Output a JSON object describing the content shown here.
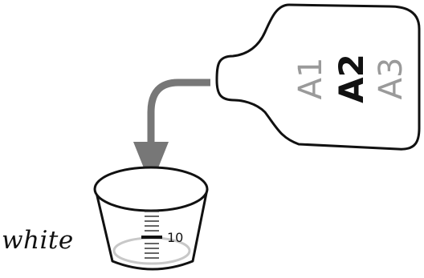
{
  "bottle": {
    "labels": [
      {
        "text": "A1",
        "highlighted": false,
        "color": "#9a9a9a"
      },
      {
        "text": "A2",
        "highlighted": true,
        "color": "#111111"
      },
      {
        "text": "A3",
        "highlighted": false,
        "color": "#9a9a9a"
      }
    ]
  },
  "arrow": {
    "color": "#777777",
    "direction": "bottle-to-cup"
  },
  "cup": {
    "label": "white",
    "measurement_mark": "10",
    "liquid_level_color": "#c8c8c8"
  }
}
